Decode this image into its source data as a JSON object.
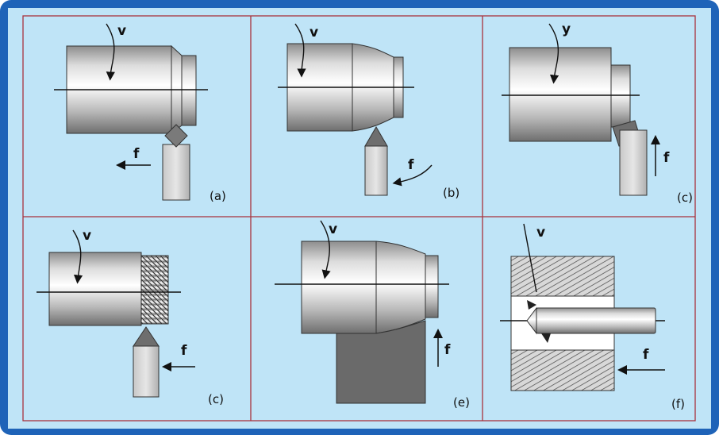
{
  "figure": {
    "velocity_symbol": "v",
    "velocity_symbol_c": "y",
    "feed_symbol": "f",
    "captions": {
      "a": "(a)",
      "b": "(b)",
      "c": "(c)",
      "d": "(c)",
      "e": "(e)",
      "f": "(f)"
    }
  }
}
